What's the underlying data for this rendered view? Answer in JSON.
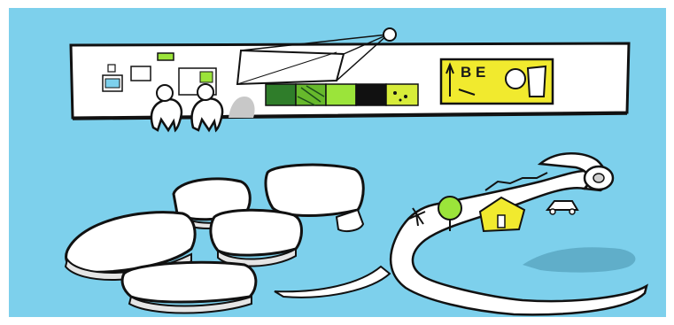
{
  "scene": {
    "background_color": "#7dd0ec",
    "board_color": "#ffffff",
    "outline_color": "#111111",
    "accent_green": "#9be43a",
    "accent_yellow": "#f1ea2e",
    "board_sign_text": "B E"
  },
  "elements": [
    "whiteboard",
    "two-people-figures",
    "projector-beam",
    "color-swatches",
    "alphabet-sign",
    "floating-tiles",
    "scroll-ribbon",
    "scroll-roll"
  ],
  "icons": {
    "scroll_drawings": [
      "tree-icon",
      "house-icon",
      "car-icon",
      "flower-icon"
    ]
  }
}
